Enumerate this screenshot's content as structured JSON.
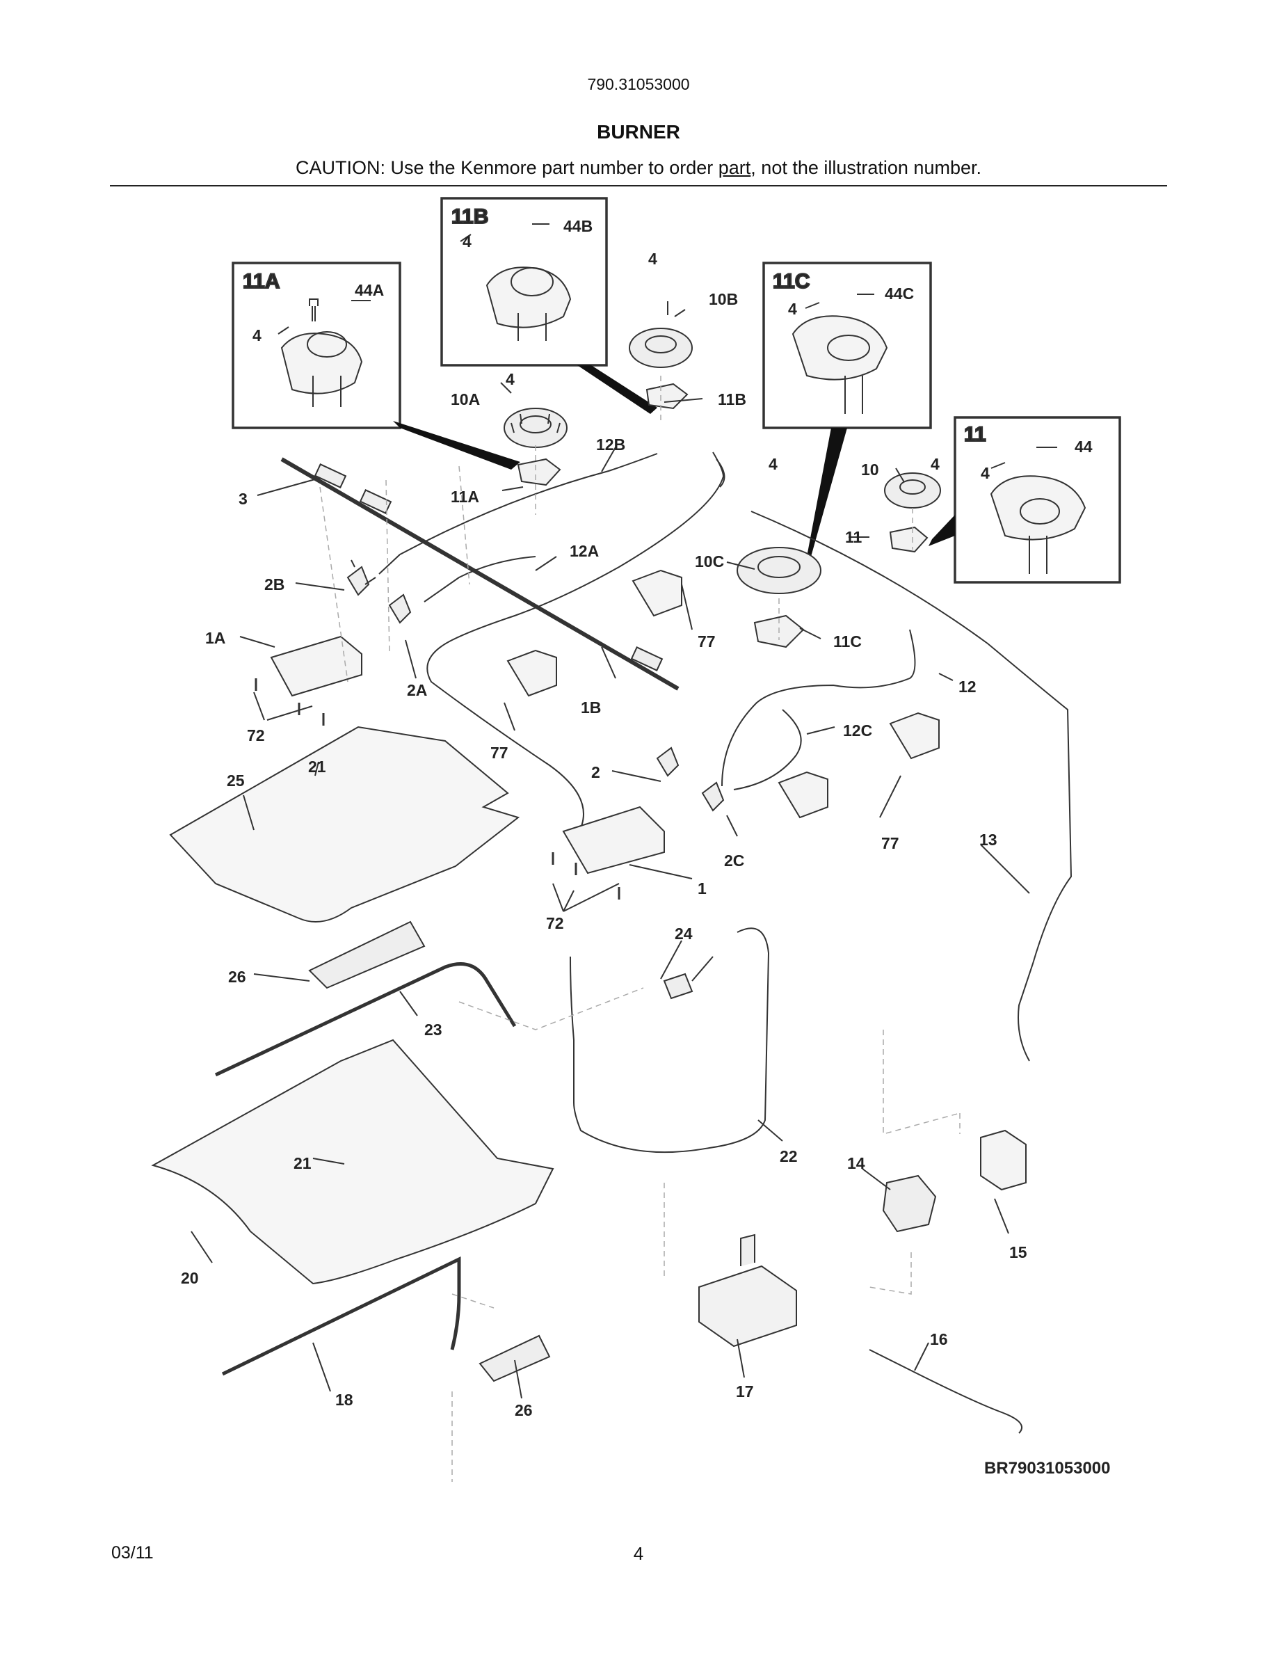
{
  "header": {
    "model": "790.31053000",
    "title": "BURNER",
    "caution_pre": "CAUTION: Use the Kenmore part number to order ",
    "caution_link": "part",
    "caution_post": ", not the illustration number."
  },
  "callout_boxes": [
    "11A",
    "11B",
    "11C",
    "11"
  ],
  "labels": {
    "l44A": "44A",
    "l4a": "4",
    "l4b": "4",
    "l44B": "44B",
    "l4c": "4",
    "l10B": "10B",
    "l4d": "4",
    "l10A": "10A",
    "l11B": "11B",
    "l4e": "4",
    "l44C": "44C",
    "l4f": "4",
    "l4g": "4",
    "l44": "44",
    "l4h": "4",
    "l10": "10",
    "l12B": "12B",
    "l3": "3",
    "l11A": "11A",
    "l11": "11",
    "l12A": "12A",
    "l10C": "10C",
    "l2B": "2B",
    "l1A": "1A",
    "l77a": "77",
    "l11C": "11C",
    "l2A": "2A",
    "l1B": "1B",
    "l12": "12",
    "l72a": "72",
    "l12C": "12C",
    "l21a": "21",
    "l77b": "77",
    "l25": "25",
    "l2": "2",
    "l77c": "77",
    "l13": "13",
    "l2C": "2C",
    "l1": "1",
    "l72b": "72",
    "l24": "24",
    "l26a": "26",
    "l23": "23",
    "l22": "22",
    "l14": "14",
    "l21b": "21",
    "l15": "15",
    "l20": "20",
    "l16": "16",
    "l18": "18",
    "l26b": "26",
    "l17": "17"
  },
  "diagram_code": "BR79031053000",
  "footer": {
    "date": "03/11",
    "page": "4"
  }
}
